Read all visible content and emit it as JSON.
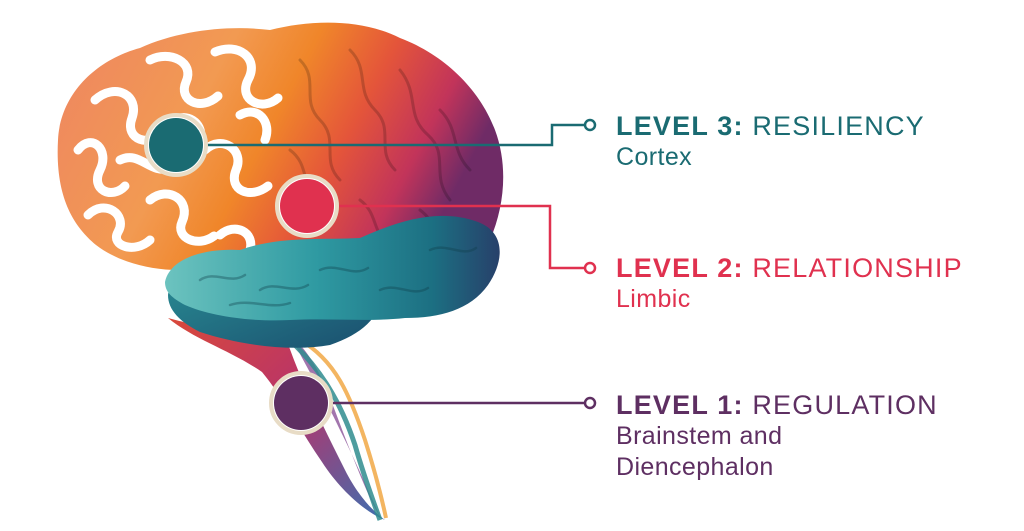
{
  "levels": [
    {
      "prefix": "LEVEL 3:",
      "name": "RESILIENCY",
      "subtitle": "Cortex",
      "color": "#1a6b72"
    },
    {
      "prefix": "LEVEL 2:",
      "name": "RELATIONSHIP",
      "subtitle": "Limbic",
      "color": "#e0314f"
    },
    {
      "prefix": "LEVEL 1:",
      "name": "REGULATION",
      "subtitle_lines": [
        "Brainstem and",
        "Diencephalon"
      ],
      "color": "#5e2f62"
    }
  ],
  "colors": {
    "cortex_front": "#e97c5a",
    "cortex_orange": "#f08a2c",
    "cortex_red": "#d63a3f",
    "cortex_purple": "#7d2d6b",
    "limbic_teal": "#2e98a0",
    "stem_red": "#c9463d"
  }
}
